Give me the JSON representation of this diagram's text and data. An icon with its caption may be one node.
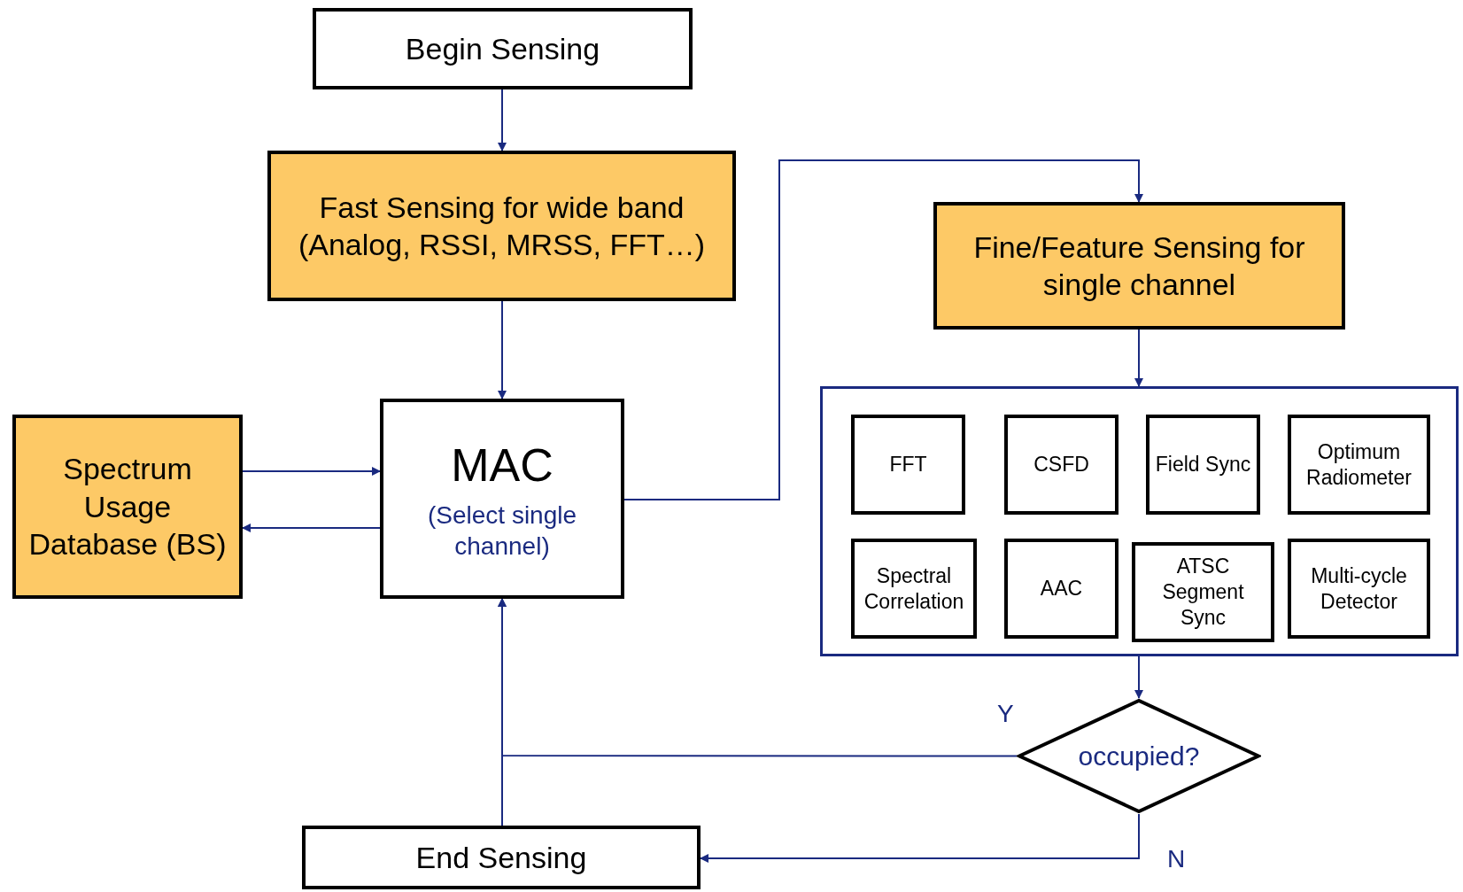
{
  "diagram": {
    "nodes": [
      {
        "text": [
          "Begin Sensing"
        ]
      },
      {
        "text": [
          "Fast Sensing for wide band (Analog, RSSI, MRSS, FFT…)"
        ]
      },
      {
        "text": [
          "Spectrum Usage Database (BS)"
        ]
      },
      {
        "text": [
          "MAC",
          "(Select single channel)"
        ]
      },
      {
        "text": [
          "Fine/Feature Sensing for single channel"
        ]
      },
      {
        "text": [],
        "shape": "box"
      },
      {
        "text": [
          "FFT"
        ],
        "in": 5
      },
      {
        "text": [
          "CSFD"
        ],
        "in": 5
      },
      {
        "text": [
          "Field Sync"
        ],
        "in": 5
      },
      {
        "text": [
          "Optimum Radiometer"
        ],
        "in": 5
      },
      {
        "text": [
          "Spectral Correlation"
        ],
        "in": 5
      },
      {
        "text": [
          "AAC"
        ],
        "in": 5
      },
      {
        "text": [
          "ATSC Segment Sync"
        ],
        "in": 5
      },
      {
        "text": [
          "Multi-cycle Detector"
        ],
        "in": 5
      },
      {
        "text": [
          "occupied?"
        ]
      },
      {
        "text": [
          "End Sensing"
        ]
      }
    ],
    "edges": [
      {
        "from": 0,
        "to": 1,
        "arrow": "to"
      },
      {
        "from": 1,
        "to": 3,
        "arrow": "to"
      },
      {
        "from": 2,
        "to": 3,
        "arrow": "to"
      },
      {
        "from": 3,
        "to": 2,
        "arrow": "to"
      },
      {
        "from": 3,
        "to": 4,
        "arrow": "to"
      },
      {
        "from": 4,
        "to": 5,
        "arrow": "to"
      },
      {
        "from": 5,
        "to": 14,
        "arrow": "to"
      },
      {
        "from": 14,
        "to": 3,
        "arrow": "to",
        "label": "Y"
      },
      {
        "from": 14,
        "to": 15,
        "arrow": "to",
        "label": "N"
      },
      {
        "from": 15,
        "to": 3,
        "arrow": "to"
      }
    ]
  }
}
